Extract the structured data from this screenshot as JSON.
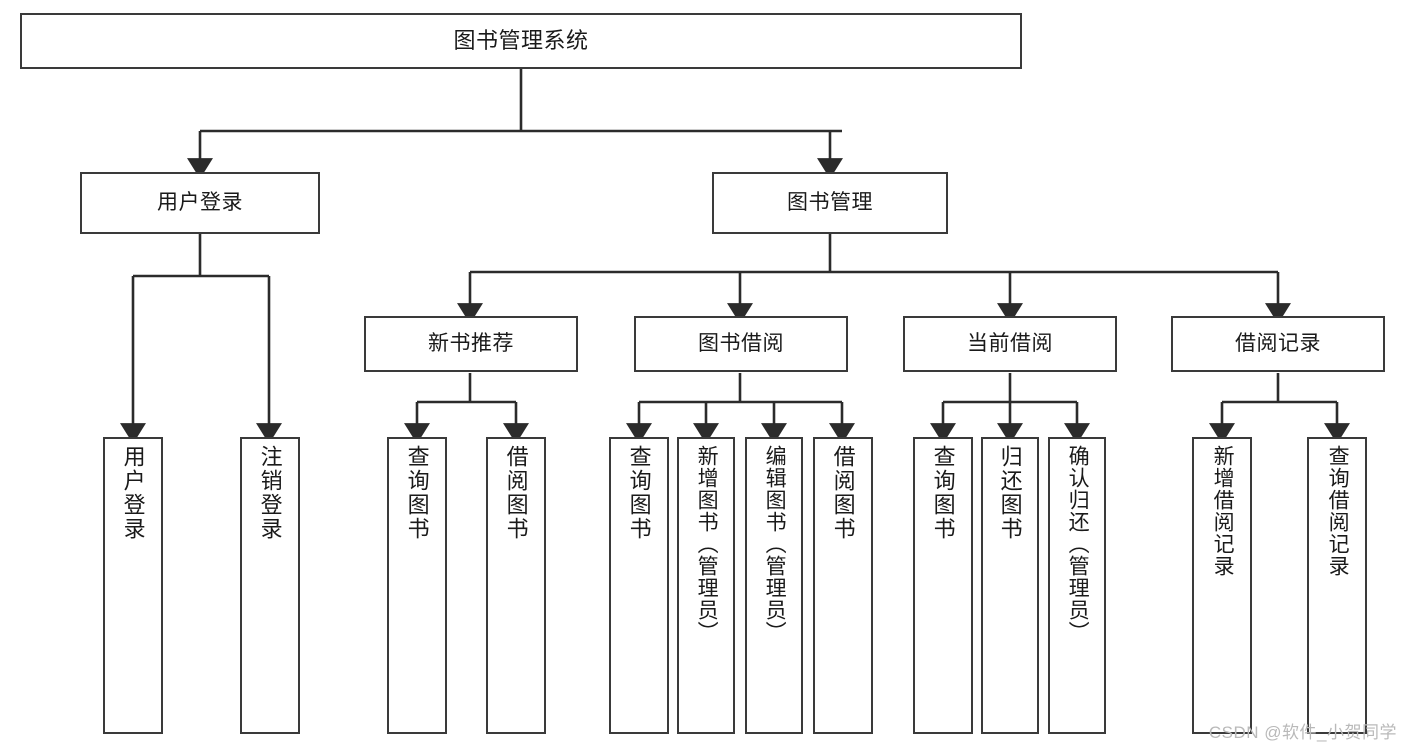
{
  "diagram": {
    "title": "图书管理系统",
    "watermark": "CSDN @软件_小贺同学",
    "accent_color": "#3a3a3a",
    "background_color": "#ffffff",
    "nodes": {
      "root": {
        "label": "图书管理系统"
      },
      "level2": [
        {
          "label": "用户登录"
        },
        {
          "label": "图书管理"
        }
      ],
      "level3": [
        {
          "label": "新书推荐"
        },
        {
          "label": "图书借阅"
        },
        {
          "label": "当前借阅"
        },
        {
          "label": "借阅记录"
        }
      ],
      "leaves": {
        "user_login": [
          {
            "label": "用户登录"
          },
          {
            "label": "注销登录"
          }
        ],
        "new_book_recommend": [
          {
            "label": "查询图书"
          },
          {
            "label": "借阅图书"
          }
        ],
        "book_borrow": [
          {
            "label": "查询图书"
          },
          {
            "label": "新增图书（管理员）"
          },
          {
            "label": "编辑图书（管理员）"
          },
          {
            "label": "借阅图书"
          }
        ],
        "current_borrow": [
          {
            "label": "查询图书"
          },
          {
            "label": "归还图书"
          },
          {
            "label": "确认归还（管理员）"
          }
        ],
        "borrow_record": [
          {
            "label": "新增借阅记录"
          },
          {
            "label": "查询借阅记录"
          }
        ]
      }
    }
  }
}
